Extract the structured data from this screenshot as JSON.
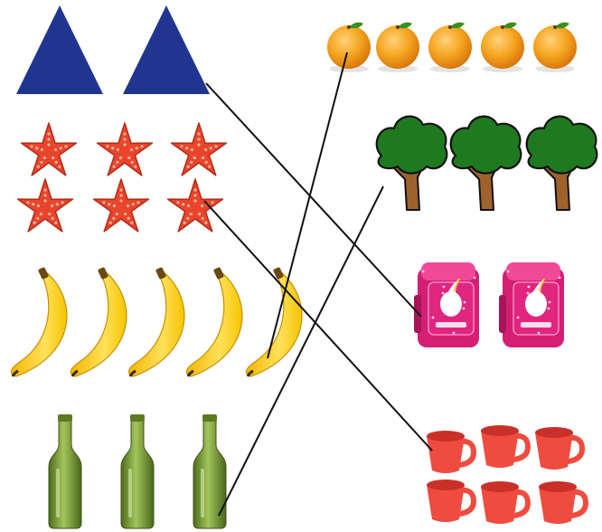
{
  "left_groups": [
    {
      "id": "triangles",
      "item": "triangle",
      "count": 2,
      "color": "#1f3590"
    },
    {
      "id": "starfish",
      "item": "starfish",
      "count": 6,
      "color": "#e8452c"
    },
    {
      "id": "bananas",
      "item": "banana",
      "count": 5,
      "color": "#f6c915"
    },
    {
      "id": "bottles",
      "item": "bottle",
      "count": 3,
      "color": "#7fa13a"
    }
  ],
  "right_groups": [
    {
      "id": "oranges",
      "item": "orange",
      "count": 5,
      "color": "#f39c12"
    },
    {
      "id": "trees",
      "item": "tree",
      "count": 3,
      "color": "#1f7a1f"
    },
    {
      "id": "backpacks",
      "item": "backpack",
      "count": 2,
      "color": "#e0267e"
    },
    {
      "id": "cups",
      "item": "cup",
      "count": 6,
      "color": "#ef4b3f"
    }
  ],
  "connections": [
    {
      "from": "triangles",
      "to": "backpacks"
    },
    {
      "from": "starfish",
      "to": "cups"
    },
    {
      "from": "bananas",
      "to": "oranges"
    },
    {
      "from": "bottles",
      "to": "trees"
    }
  ],
  "line_color": "#111111"
}
